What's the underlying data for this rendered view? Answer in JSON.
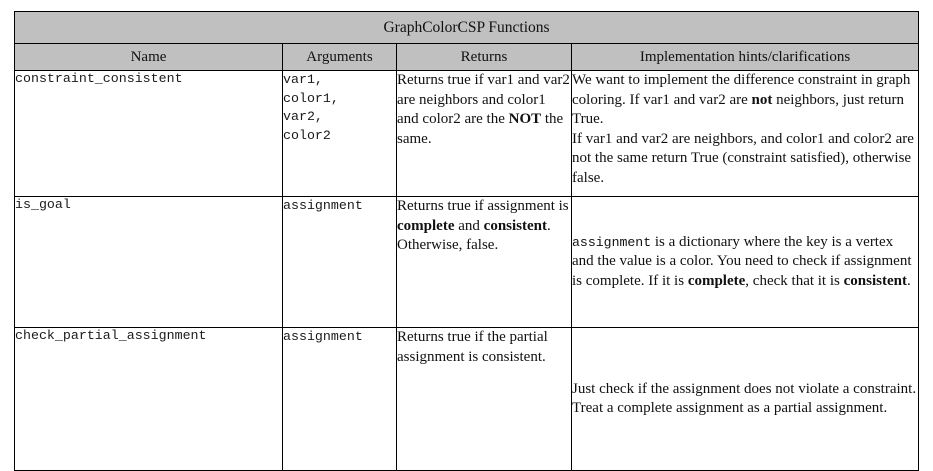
{
  "table": {
    "title": "GraphColorCSP Functions",
    "columns": [
      "Name",
      "Arguments",
      "Returns",
      "Implementation hints/clarifications"
    ],
    "header_background": "#c0c0c0",
    "border_color": "#000000",
    "rows": [
      {
        "name": "constraint_consistent",
        "arguments": "var1,\ncolor1,\nvar2,\ncolor2",
        "returns_parts": [
          {
            "text": "Returns true if var1 and var2 are neighbors and color1 and color2 are the ",
            "style": "plain"
          },
          {
            "text": "NOT",
            "style": "bold"
          },
          {
            "text": " the same.",
            "style": "plain"
          }
        ],
        "returns_plain": "Returns true if var1 and var2 are neighbors and color1 and color2 are the NOT the same.",
        "hint_parts": [
          {
            "text": "We want to implement the difference constraint in graph coloring. If var1 and var2 are ",
            "style": "plain"
          },
          {
            "text": "not",
            "style": "bold"
          },
          {
            "text": " neighbors, just return True.",
            "style": "plain"
          },
          {
            "text": "\n",
            "style": "break"
          },
          {
            "text": "If var1 and var2 are neighbors, and color1 and color2 are not the same return True (constraint satisfied), otherwise false.",
            "style": "plain"
          }
        ],
        "hint_plain": "We want to implement the difference constraint in graph coloring. If var1 and var2 are not neighbors, just return True. If var1 and var2 are neighbors, and color1 and color2 are not the same return True (constraint satisfied), otherwise false."
      },
      {
        "name": "is_goal",
        "arguments": "assignment",
        "returns_parts": [
          {
            "text": "Returns true if assignment is ",
            "style": "plain"
          },
          {
            "text": "complete",
            "style": "bold"
          },
          {
            "text": " and ",
            "style": "plain"
          },
          {
            "text": "consistent",
            "style": "bold"
          },
          {
            "text": ". Otherwise, false.",
            "style": "plain"
          }
        ],
        "returns_plain": "Returns true if assignment is complete and consistent. Otherwise, false.",
        "hint_parts": [
          {
            "text": "assignment",
            "style": "mono"
          },
          {
            "text": " is a dictionary where the key is a vertex and the value is a color. You need to check if assignment is complete. If it is ",
            "style": "plain"
          },
          {
            "text": "complete",
            "style": "bold"
          },
          {
            "text": ", check that it is ",
            "style": "plain"
          },
          {
            "text": "consistent",
            "style": "bold"
          },
          {
            "text": ".",
            "style": "plain"
          }
        ],
        "hint_plain": "assignment is a dictionary where the key is a vertex and the value is a color. You need to check if assignment is complete. If it is complete, check that it is consistent."
      },
      {
        "name": "check_partial_assignment",
        "arguments": "assignment",
        "returns_parts": [
          {
            "text": "Returns true if the partial assignment is consistent.",
            "style": "plain"
          }
        ],
        "returns_plain": "Returns true if the partial assignment is consistent.",
        "hint_parts": [
          {
            "text": "Just check if the assignment does not violate a constraint. Treat a complete assignment as a partial assignment.",
            "style": "plain"
          }
        ],
        "hint_plain": "Just check if the assignment does not violate a constraint. Treat a complete assignment as a partial assignment."
      }
    ]
  }
}
